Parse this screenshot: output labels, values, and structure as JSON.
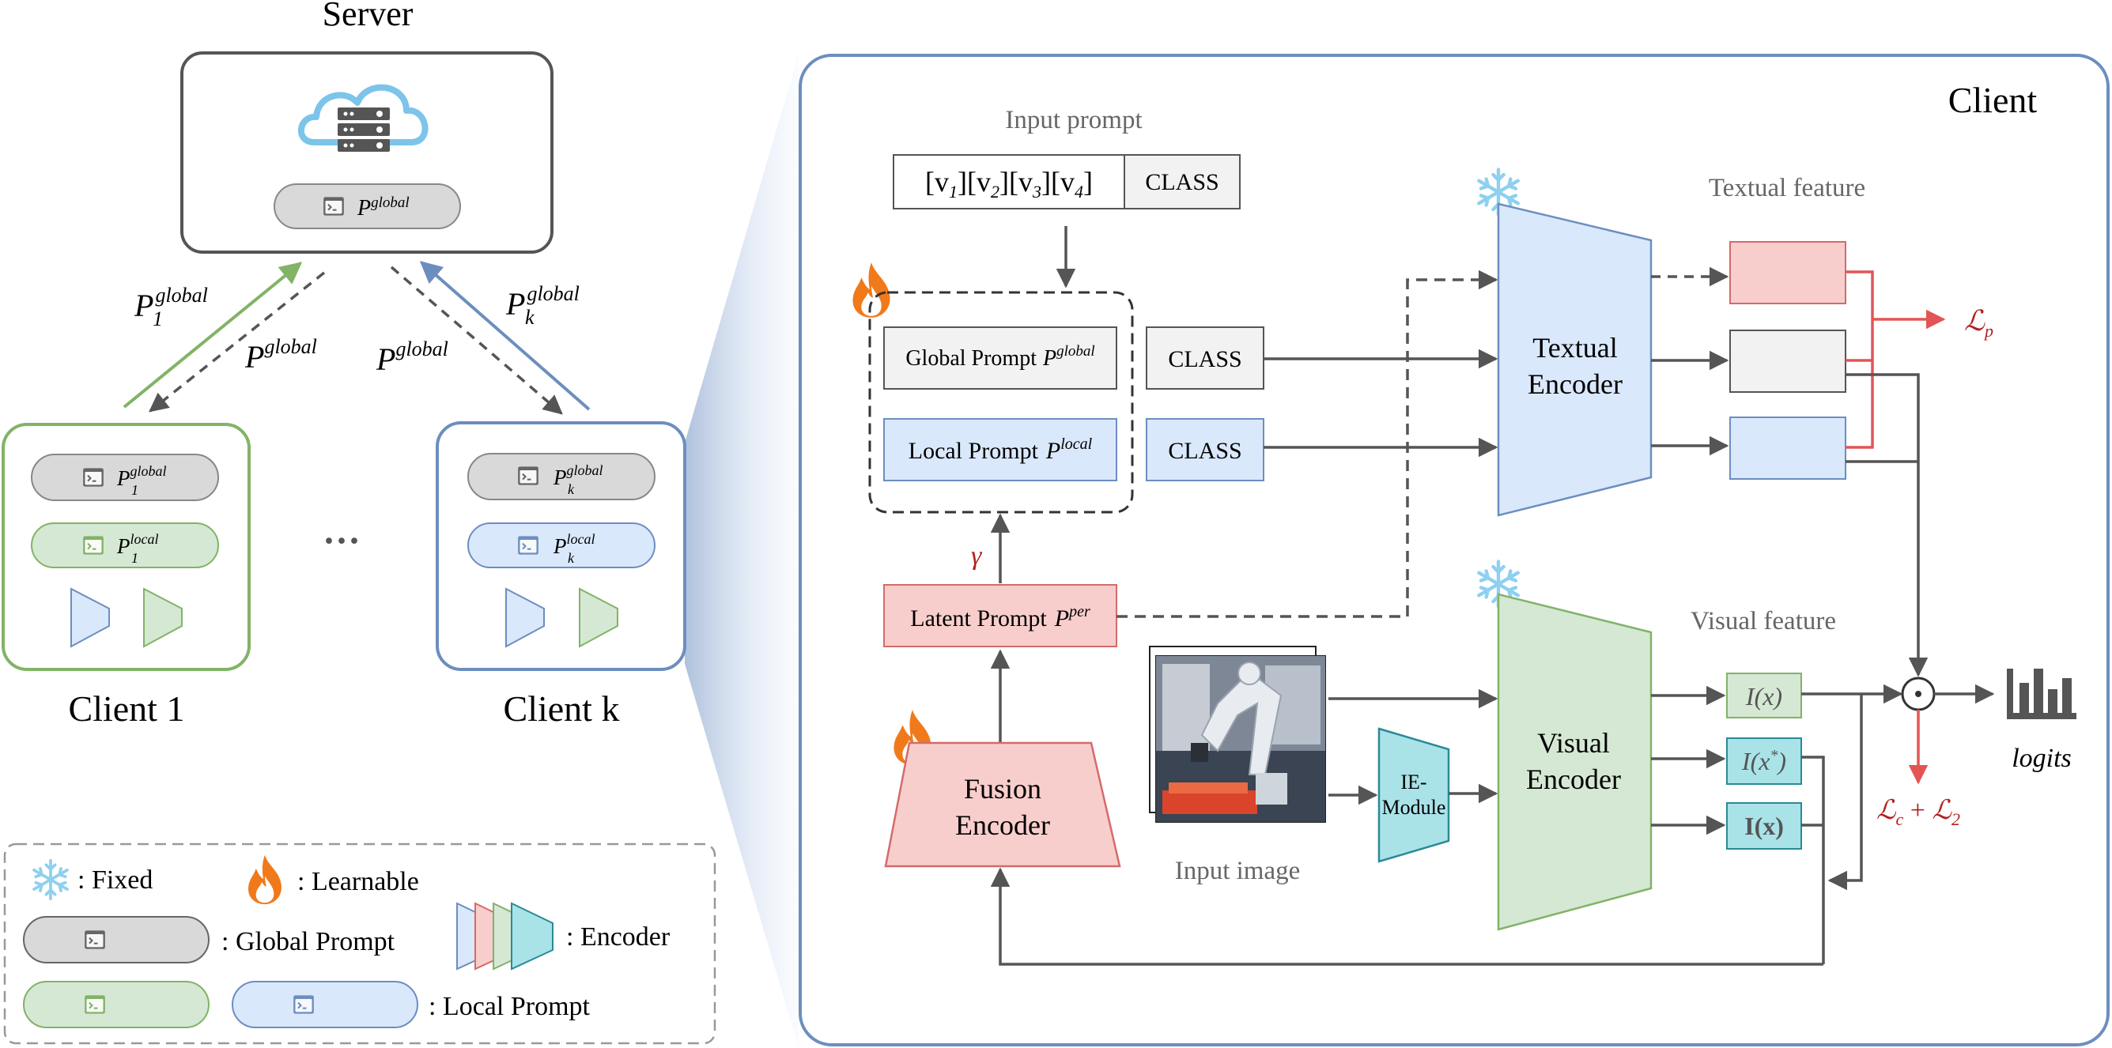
{
  "server": {
    "title": "Server",
    "prompt_base": "P",
    "prompt_sup": "global"
  },
  "clients_left": [
    {
      "label": "Client 1",
      "global_base": "P",
      "global_sub": "1",
      "global_sup": "global",
      "local_base": "P",
      "local_sub": "1",
      "local_sup": "local",
      "upload_base": "P",
      "upload_sub": "1",
      "upload_sup": "global"
    },
    {
      "label": "Client k",
      "global_base": "P",
      "global_sub": "k",
      "global_sup": "global",
      "local_base": "P",
      "local_sub": "k",
      "local_sup": "local",
      "upload_base": "P",
      "upload_sub": "k",
      "upload_sup": "global"
    }
  ],
  "download": {
    "base": "P",
    "sup": "global"
  },
  "ellipsis": "···",
  "legend": {
    "fixed": ": Fixed",
    "learnable": ": Learnable",
    "global_prompt": ": Global Prompt",
    "encoder": ": Encoder",
    "local_prompt": ": Local Prompt"
  },
  "client_panel": {
    "title": "Client",
    "input_prompt_label": "Input prompt",
    "input_tokens": [
      "[v",
      "1",
      "][v",
      "2",
      "][v",
      "3",
      "][v",
      "4",
      "]"
    ],
    "class_label": "CLASS",
    "global_prompt": {
      "text": "Global Prompt",
      "base": "P",
      "sup": "global"
    },
    "local_prompt": {
      "text": "Local Prompt",
      "base": "P",
      "sup": "local"
    },
    "latent_prompt": {
      "text": "Latent Prompt",
      "base": "P",
      "sup": "per"
    },
    "gamma": "γ",
    "fusion_encoder": [
      "Fusion",
      "Encoder"
    ],
    "textual_encoder": [
      "Textual",
      "Encoder"
    ],
    "visual_encoder": [
      "Visual",
      "Encoder"
    ],
    "ie_module": [
      "IE-",
      "Module"
    ],
    "input_image_label": "Input image",
    "textual_feature_label": "Textual feature",
    "visual_feature_label": "Visual feature",
    "visual_features": [
      {
        "base": "I(x)",
        "sup": ""
      },
      {
        "base": "I(x",
        "sup": "*",
        "tail": ")"
      },
      {
        "base": "I(x)",
        "sup": ""
      }
    ],
    "loss_p": {
      "base": "ℒ",
      "sub": "p"
    },
    "loss_c2": {
      "a": "ℒ",
      "a_sub": "c",
      "plus": " + ",
      "b": "ℒ",
      "b_sub": "2"
    },
    "dot_op": "⊙",
    "logits": "logits"
  },
  "colors": {
    "green": "#82b366",
    "green_fill": "#d5e8d4",
    "blue": "#6c8ebf",
    "blue_fill": "#dae8fc",
    "red": "#d36b6b",
    "red_fill": "#f8cecc",
    "teal": "#2a8a96",
    "teal_fill": "#a9e3e8",
    "gray": "#666666",
    "gray_fill": "#d9d9d9",
    "loss_red": "#e35555",
    "dark_red": "#b22222"
  }
}
